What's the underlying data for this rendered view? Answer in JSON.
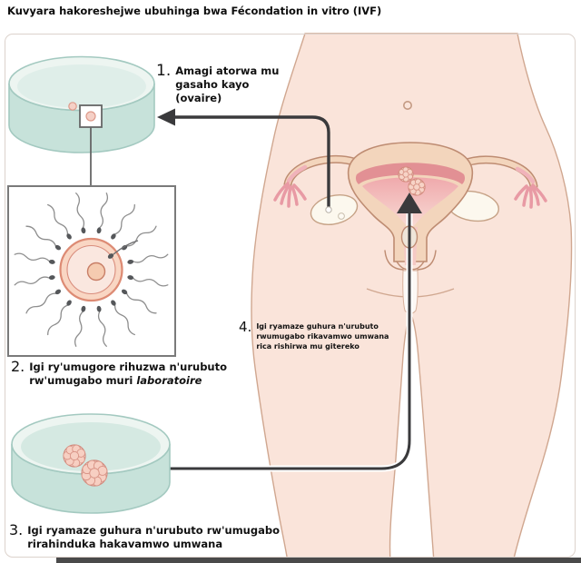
{
  "title": "Kuvyara hakoreshejwe ubuhinga bwa Fécondation in vitro (IVF)",
  "steps": [
    {
      "number": "1.",
      "text": "Amagi atorwa mu gasaho kayo (ovaire)"
    },
    {
      "number": "2.",
      "text": "Igi ry'umugore rihuzwa n'urubuto rw'umugabo muri ",
      "text_italic": "laboratoire"
    },
    {
      "number": "3.",
      "text": "Igi ryamaze guhura n'urubuto rw'umugabo rirahinduka hakavamwo umwana"
    },
    {
      "number": "4.",
      "text": "Igi ryamaze guhura n'urubuto rwumugabo rikavamwo umwana rica rishirwa mu gitereko"
    }
  ],
  "icons": {
    "retrieval_arrow": "left-arrow",
    "transfer_arrow": "up-arrow",
    "petri_dish_top": "petri-dish-with-eggs",
    "petri_dish_bottom": "petri-dish-with-embryos",
    "magnified_view": "egg-with-sperm",
    "anatomy": "female-reproductive-system"
  },
  "colors": {
    "skin": "#FAE4DA",
    "skin_outline": "#D0A790",
    "panel_border": "#DCD2CC",
    "bottom_bar": "#4A4A4A",
    "text": "#111111",
    "dish_liquid": "#DFEEE9",
    "dish_liquid_deep": "#D5E9E2",
    "dish_wall": "#C7E2DA",
    "dish_outline": "#A3C9C0",
    "egg_fill": "#F5D0C6",
    "egg_outline": "#DE9A8B",
    "selector": "#666666",
    "inset_border": "#7A7A7A",
    "zona_fill": "#F9D6C3",
    "zona_outline": "#DD8B74",
    "egg_inner": "#FAE7DF",
    "nucleus_fill": "#F5CBB0",
    "nucleus_outline": "#C87E66",
    "sperm_head": "#55575A",
    "sperm_tail": "#8E8E8E",
    "uterus_fill": "#F3D5BC",
    "uterus_outline": "#BE8C72",
    "endometrium": "#E29094",
    "cavity_top": "#EFA9AC",
    "cavity_bottom": "#F9DDD6",
    "canal": "#F5CAC5",
    "cervix_fill": "#EFE5D9",
    "fimbriae": "#E89AA4",
    "tube_shade": "#F0B3BA",
    "ovary_fill": "#FCF8EE",
    "ovary_outline": "#C6A286",
    "embryo_fill": "#FDF6F1",
    "embryo_outline": "#D1897C",
    "cell_fill": "#F7D3C6",
    "cell_outline": "#D89486",
    "arrow": "#3A3A3C"
  }
}
